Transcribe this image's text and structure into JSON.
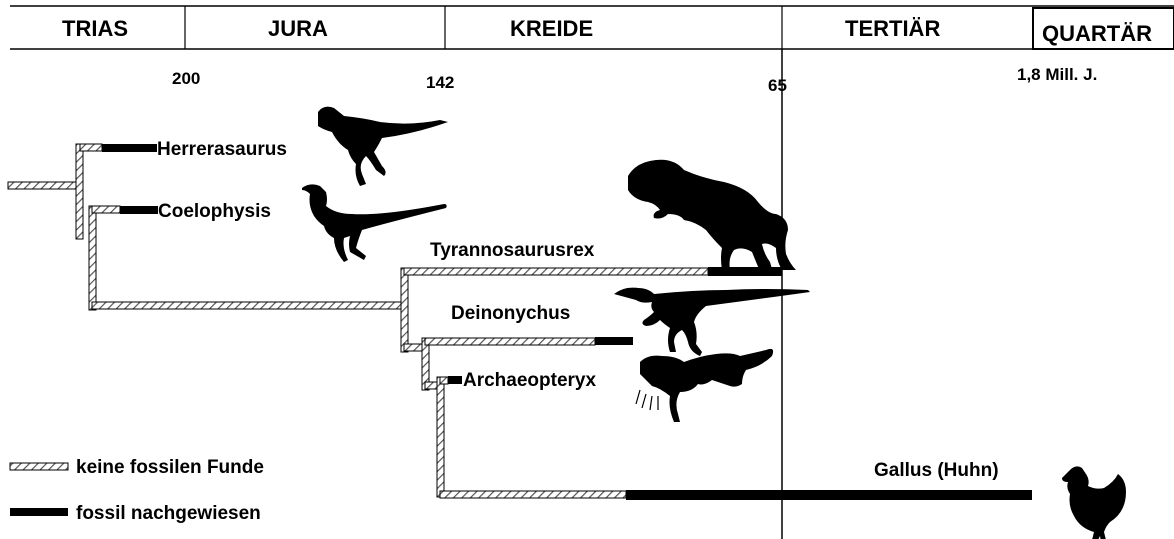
{
  "periods": [
    {
      "id": "trias",
      "label": "TRIAS"
    },
    {
      "id": "jura",
      "label": "JURA"
    },
    {
      "id": "kreide",
      "label": "KREIDE"
    },
    {
      "id": "tertiaer",
      "label": "TERTIÄR"
    },
    {
      "id": "quartaer",
      "label": "QUARTÄR"
    }
  ],
  "time_marks": [
    {
      "id": "t200",
      "label": "200"
    },
    {
      "id": "t142",
      "label": "142"
    },
    {
      "id": "t65",
      "label": "65"
    },
    {
      "id": "t18",
      "label": "1,8 Mill. J."
    }
  ],
  "taxa": [
    {
      "id": "herrerasaurus",
      "label": "Herrerasaurus"
    },
    {
      "id": "coelophysis",
      "label": "Coelophysis"
    },
    {
      "id": "tyrannosaurus",
      "label": "Tyrannosaurusrex"
    },
    {
      "id": "deinonychus",
      "label": "Deinonychus"
    },
    {
      "id": "archaeopteryx",
      "label": "Archaeopteryx"
    },
    {
      "id": "gallus",
      "label": "Gallus (Huhn)"
    }
  ],
  "legend": {
    "no_fossils": "keine fossilen Funde",
    "fossil_proven": "fossil nachgewiesen"
  },
  "colors": {
    "ink": "#000000",
    "hatch_light": "#ffffff",
    "background": "#ffffff"
  }
}
